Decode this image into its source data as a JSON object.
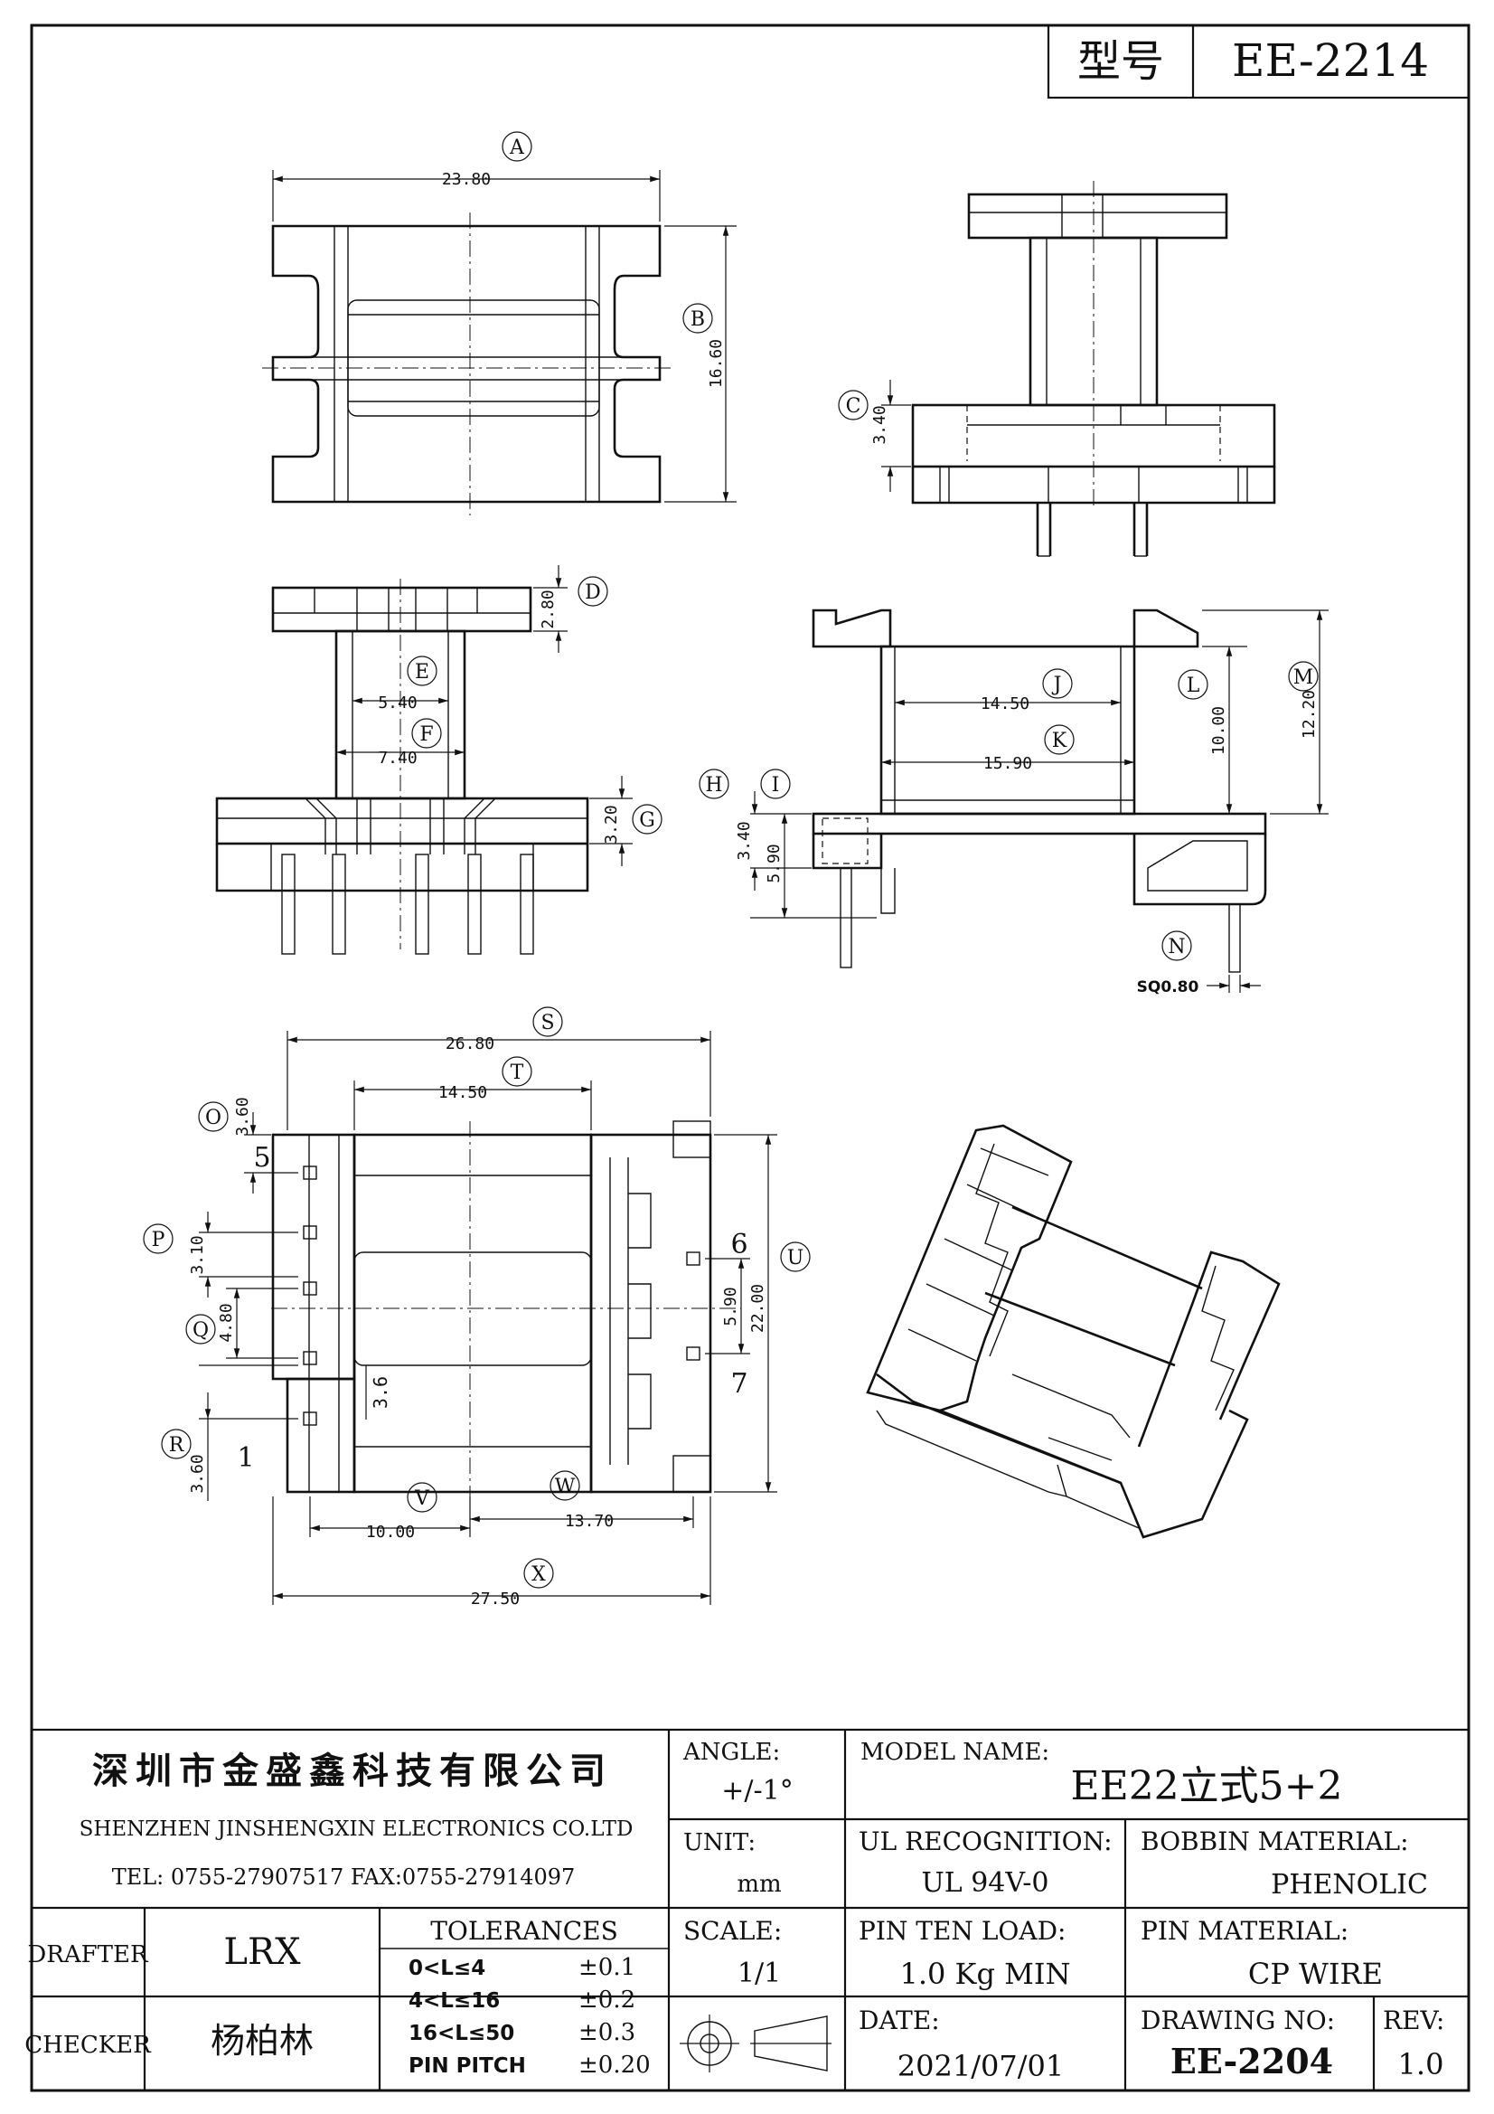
{
  "header": {
    "model_label": "型号",
    "model_value": "EE-2214"
  },
  "dimensions": {
    "A": {
      "tag": "A",
      "value": "23.80"
    },
    "B": {
      "tag": "B",
      "value": "16.60"
    },
    "C": {
      "tag": "C",
      "value": "3.40"
    },
    "D": {
      "tag": "D",
      "value": "2.80"
    },
    "E": {
      "tag": "E",
      "value": "5.40"
    },
    "F": {
      "tag": "F",
      "value": "7.40"
    },
    "G": {
      "tag": "G",
      "value": "3.20"
    },
    "H": {
      "tag": "H",
      "value": "3.40"
    },
    "I": {
      "tag": "I",
      "value": "5.90"
    },
    "J": {
      "tag": "J",
      "value": "14.50"
    },
    "K": {
      "tag": "K",
      "value": "15.90"
    },
    "L": {
      "tag": "L",
      "value": "10.00"
    },
    "M": {
      "tag": "M",
      "value": "12.20"
    },
    "N": {
      "tag": "N",
      "value": "SQ0.80"
    },
    "O": {
      "tag": "O",
      "value": "3.60"
    },
    "P": {
      "tag": "P",
      "value": "3.10"
    },
    "Q": {
      "tag": "Q",
      "value": "4.80"
    },
    "R": {
      "tag": "R",
      "value": "3.60"
    },
    "S": {
      "tag": "S",
      "value": "26.80"
    },
    "T": {
      "tag": "T",
      "value": "14.50"
    },
    "U": {
      "tag": "U",
      "value": "22.00"
    },
    "V": {
      "tag": "V",
      "value": "10.00"
    },
    "W": {
      "tag": "W",
      "value": "13.70"
    },
    "X": {
      "tag": "X",
      "value": "27.50"
    },
    "pin_gap": {
      "value": "5.90"
    },
    "pin_offset": {
      "value": "3.6"
    }
  },
  "pins": {
    "p1": "1",
    "p5": "5",
    "p6": "6",
    "p7": "7"
  },
  "title_block": {
    "company_cn": "深圳市金盛鑫科技有限公司",
    "company_en": "SHENZHEN JINSHENGXIN ELECTRONICS CO.LTD",
    "contact": "TEL: 0755-27907517 FAX:0755-27914097",
    "angle_label": "ANGLE:",
    "angle_value": "+/-1°",
    "model_name_label": "MODEL NAME:",
    "model_name_value": "EE22立式5+2",
    "unit_label": "UNIT:",
    "unit_value": "mm",
    "ul_label": "UL RECOGNITION:",
    "ul_value": "UL 94V-0",
    "bobbin_label": "BOBBIN MATERIAL:",
    "bobbin_value": "PHENOLIC",
    "drafter_label": "DRAFTER",
    "drafter_value": "LRX",
    "tolerances_label": "TOLERANCES",
    "tolerances": [
      {
        "range": "0<L≤4",
        "value": "±0.1"
      },
      {
        "range": "4<L≤16",
        "value": "±0.2"
      },
      {
        "range": "16<L≤50",
        "value": "±0.3"
      },
      {
        "range": "PIN PITCH",
        "value": "±0.20"
      }
    ],
    "scale_label": "SCALE:",
    "scale_value": "1/1",
    "pin_load_label": "PIN TEN LOAD:",
    "pin_load_value": "1.0 Kg MIN",
    "pin_material_label": "PIN MATERIAL:",
    "pin_material_value": "CP WIRE",
    "checker_label": "CHECKER",
    "checker_value": "杨柏林",
    "date_label": "DATE:",
    "date_value": "2021/07/01",
    "drawing_no_label": "DRAWING NO:",
    "drawing_no_value": "EE-2204",
    "rev_label": "REV:",
    "rev_value": "1.0"
  }
}
